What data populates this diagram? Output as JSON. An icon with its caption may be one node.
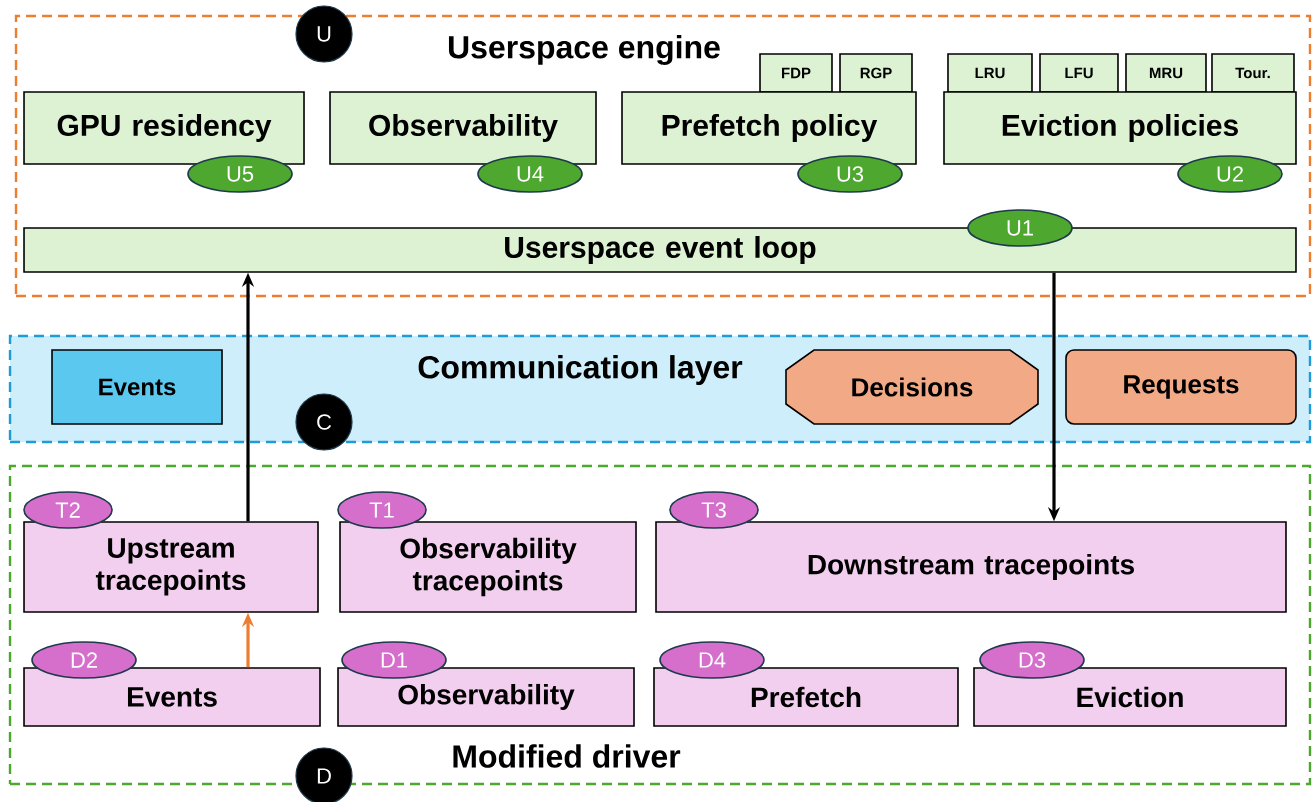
{
  "diagram": {
    "nodes": [
      {
        "text": [
          "Userspace engine"
        ]
      },
      {
        "text": [
          "U"
        ]
      },
      {
        "text": [
          "FDP"
        ],
        "in": 0
      },
      {
        "text": [
          "RGP"
        ],
        "in": 0
      },
      {
        "text": [
          "LRU"
        ],
        "in": 0
      },
      {
        "text": [
          "LFU"
        ],
        "in": 0
      },
      {
        "text": [
          "MRU"
        ],
        "in": 0
      },
      {
        "text": [
          "Tour."
        ],
        "in": 0
      },
      {
        "text": [
          "GPU residency"
        ],
        "in": 0
      },
      {
        "text": [
          "Observability"
        ],
        "in": 0
      },
      {
        "text": [
          "Prefetch policy"
        ],
        "in": 0
      },
      {
        "text": [
          "Eviction policies"
        ],
        "in": 0
      },
      {
        "text": [
          "U5"
        ],
        "in": 0
      },
      {
        "text": [
          "U4"
        ],
        "in": 0
      },
      {
        "text": [
          "U3"
        ],
        "in": 0
      },
      {
        "text": [
          "U2"
        ],
        "in": 0
      },
      {
        "text": [
          "U1"
        ],
        "in": 0
      },
      {
        "text": [
          "Userspace event loop"
        ],
        "in": 0
      },
      {
        "text": [
          "Communication layer"
        ]
      },
      {
        "text": [
          "Events"
        ],
        "in": 18
      },
      {
        "text": [
          "C"
        ]
      },
      {
        "text": [
          "Decisions"
        ],
        "in": 18
      },
      {
        "text": [
          "Requests"
        ],
        "in": 18
      },
      {
        "text": [
          "Modified driver"
        ]
      },
      {
        "text": [
          "T2"
        ],
        "in": 23
      },
      {
        "text": [
          "T1"
        ],
        "in": 23
      },
      {
        "text": [
          "T3"
        ],
        "in": 23
      },
      {
        "text": [
          "Upstream tracepoints"
        ],
        "in": 23
      },
      {
        "text": [
          "Observability tracepoints"
        ],
        "in": 23
      },
      {
        "text": [
          "Downstream tracepoints"
        ],
        "in": 23
      },
      {
        "text": [
          "D2"
        ],
        "in": 23
      },
      {
        "text": [
          "D1"
        ],
        "in": 23
      },
      {
        "text": [
          "D4"
        ],
        "in": 23
      },
      {
        "text": [
          "D3"
        ],
        "in": 23
      },
      {
        "text": [
          "Events"
        ],
        "in": 23
      },
      {
        "text": [
          "Observability"
        ],
        "in": 23
      },
      {
        "text": [
          "Prefetch"
        ],
        "in": 23
      },
      {
        "text": [
          "Eviction"
        ],
        "in": 23
      },
      {
        "text": [
          "D"
        ]
      }
    ],
    "edges": [
      {
        "from": 27,
        "to": 17,
        "arrow": "to"
      },
      {
        "from": 17,
        "to": 29,
        "arrow": "to"
      },
      {
        "from": 34,
        "to": 27,
        "arrow": "to",
        "color": "#ed7d31"
      }
    ]
  }
}
